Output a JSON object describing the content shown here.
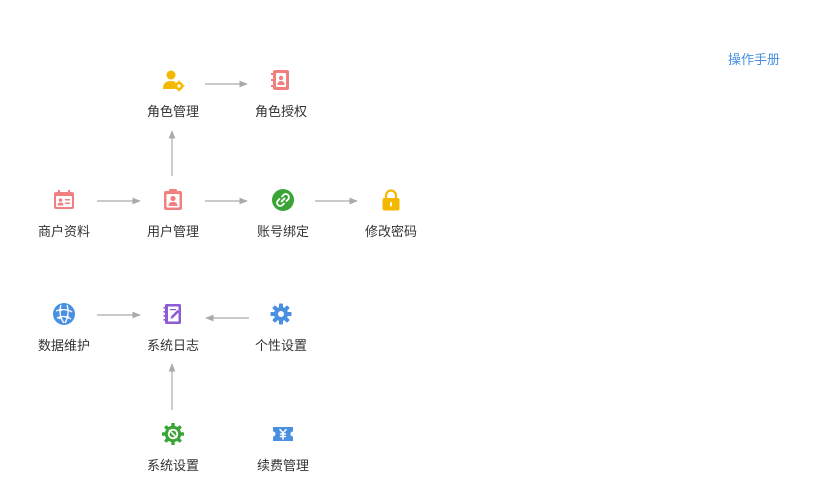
{
  "header": {
    "manual_link": "操作手册"
  },
  "nodes": {
    "role_management": {
      "label": "角色管理",
      "icon": "user-gear-icon",
      "color": "#f5b800"
    },
    "role_authorization": {
      "label": "角色授权",
      "icon": "contact-book-icon",
      "color": "#f08080"
    },
    "merchant_info": {
      "label": "商户资料",
      "icon": "id-card-icon",
      "color": "#f08080"
    },
    "user_management": {
      "label": "用户管理",
      "icon": "user-badge-icon",
      "color": "#f08080"
    },
    "account_binding": {
      "label": "账号绑定",
      "icon": "link-icon",
      "color": "#3aa536"
    },
    "change_password": {
      "label": "修改密码",
      "icon": "lock-icon",
      "color": "#f5b800"
    },
    "data_maintenance": {
      "label": "数据维护",
      "icon": "globe-network-icon",
      "color": "#4a90e2"
    },
    "system_log": {
      "label": "系统日志",
      "icon": "notebook-pen-icon",
      "color": "#8e5bd6"
    },
    "personal_settings": {
      "label": "个性设置",
      "icon": "gear-icon",
      "color": "#4a90e2"
    },
    "system_settings": {
      "label": "系统设置",
      "icon": "cog-icon",
      "color": "#3aa536"
    },
    "renewal_management": {
      "label": "续费管理",
      "icon": "ticket-yen-icon",
      "color": "#4a90e2"
    }
  }
}
